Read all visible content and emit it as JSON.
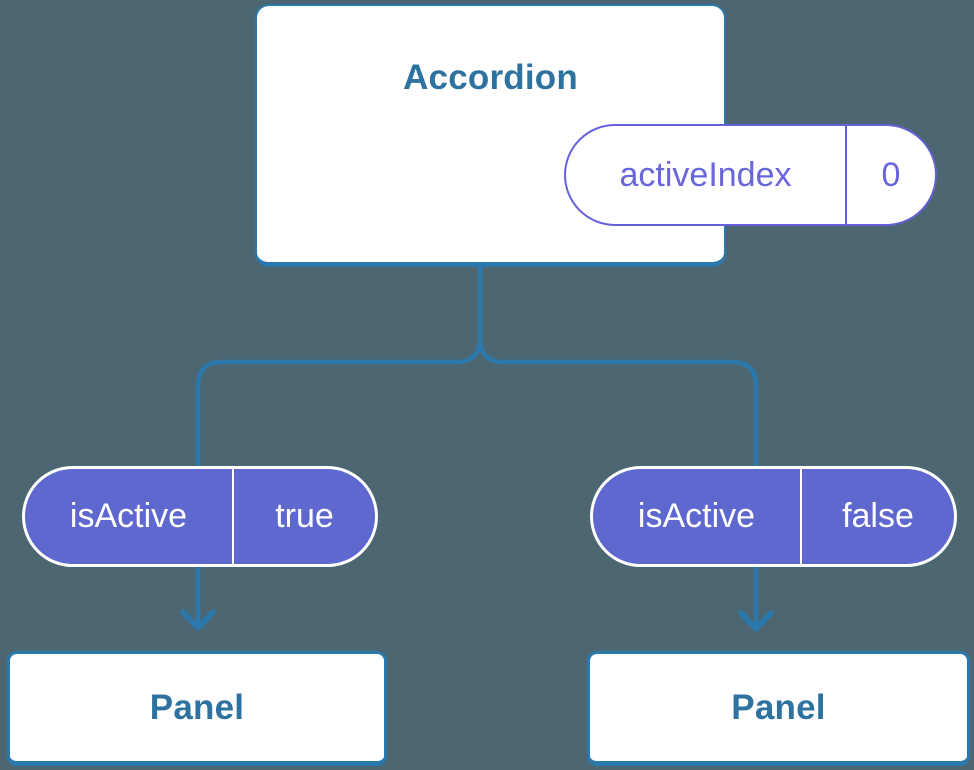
{
  "diagram": {
    "description": "Component tree: Accordion holds state activeIndex and passes isActive props to two Panels",
    "root_component": {
      "title": "Accordion",
      "state": {
        "name": "activeIndex",
        "value": "0"
      }
    },
    "branches": [
      {
        "prop": {
          "name": "isActive",
          "value": "true"
        },
        "child": {
          "title": "Panel"
        }
      },
      {
        "prop": {
          "name": "isActive",
          "value": "false"
        },
        "child": {
          "title": "Panel"
        }
      }
    ]
  },
  "colors": {
    "background": "#4C6771",
    "connector_blue": "#2B79AC",
    "card_background": "#FFFFFF",
    "card_border": "#2B79AC",
    "component_title_text": "#2E72A0",
    "state_pill_accent": "#6560D8",
    "state_pill_text": "#6965DB",
    "prop_pill_fill": "#5E68CE",
    "prop_pill_text": "#FFFFFF"
  }
}
